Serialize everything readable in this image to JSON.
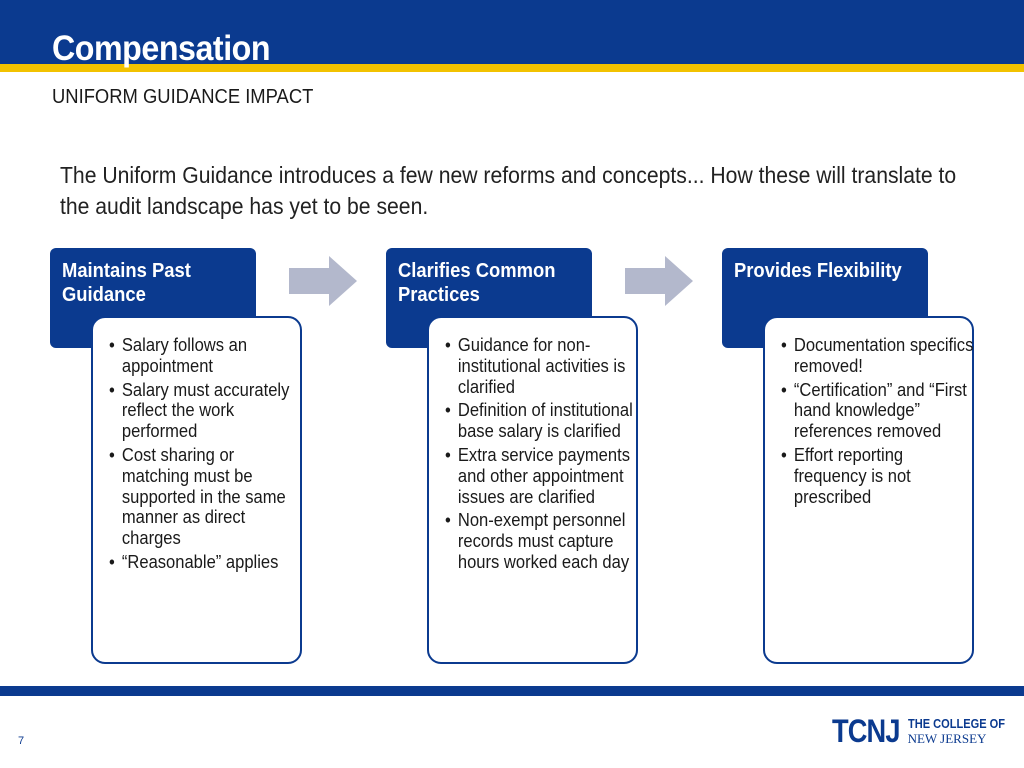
{
  "header": {
    "title": "Compensation",
    "subtitle": "UNIFORM GUIDANCE IMPACT"
  },
  "intro": "The Uniform Guidance introduces a few new reforms and concepts...  How these will translate to the audit landscape has yet to be seen.",
  "cards": [
    {
      "heading": "Maintains Past Guidance",
      "bullets": [
        "Salary follows an appointment",
        "Salary must accurately reflect the work performed",
        "Cost sharing or matching must be supported in the same manner as direct charges",
        "“Reasonable” applies"
      ]
    },
    {
      "heading": "Clarifies Common Practices",
      "bullets": [
        "Guidance for non-institutional activities is clarified",
        "Definition of institutional base salary is clarified",
        "Extra service payments and other appointment issues are clarified",
        "Non-exempt personnel records must capture hours worked each day"
      ]
    },
    {
      "heading": "Provides Flexibility",
      "bullets": [
        "Documentation specifics removed!",
        "“Certification” and “First hand knowledge” references removed",
        "Effort reporting frequency is not prescribed"
      ]
    }
  ],
  "footer": {
    "page_number": "7",
    "logo_abbr": "TCNJ",
    "logo_line1": "THE COLLEGE OF",
    "logo_line2": "NEW JERSEY"
  },
  "colors": {
    "primary_blue": "#0b3a8f",
    "gold": "#f2c200",
    "arrow_gray": "#b3b8cc"
  },
  "icons": {
    "arrow": "right-arrow-icon",
    "seal": "college-seal-icon"
  }
}
